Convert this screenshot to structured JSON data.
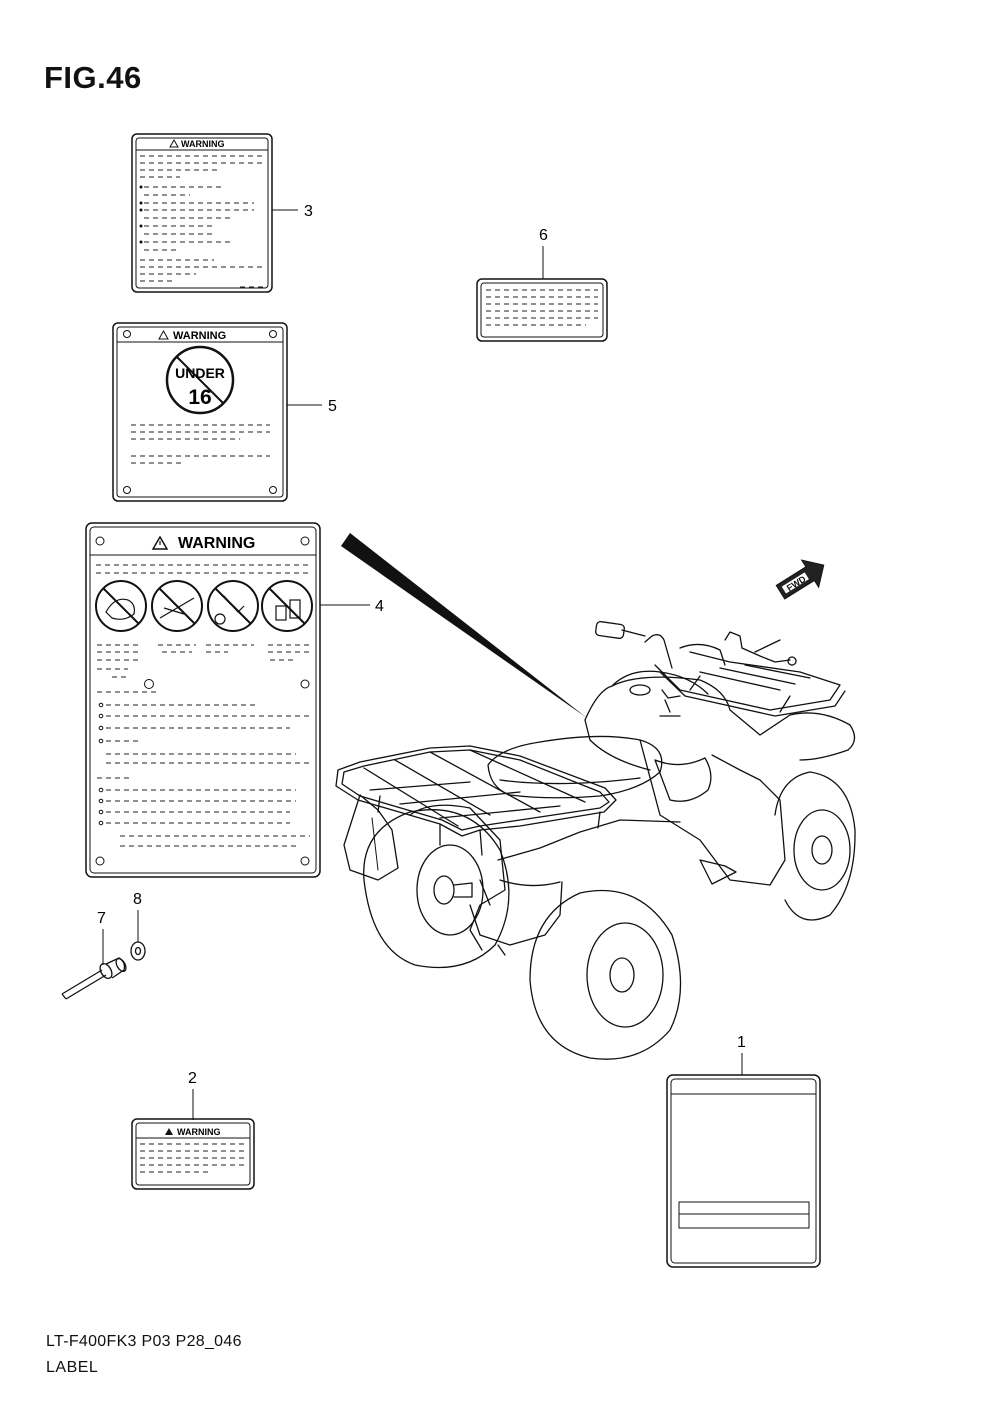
{
  "figure": {
    "title": "FIG.46",
    "model_code": "LT-F400FK3 P03 P28_046",
    "section_name": "LABEL"
  },
  "callouts": [
    {
      "id": "callout-1",
      "number": "1"
    },
    {
      "id": "callout-2",
      "number": "2"
    },
    {
      "id": "callout-3",
      "number": "3"
    },
    {
      "id": "callout-4",
      "number": "4"
    },
    {
      "id": "callout-5",
      "number": "5"
    },
    {
      "id": "callout-6",
      "number": "6"
    },
    {
      "id": "callout-7",
      "number": "7"
    },
    {
      "id": "callout-8",
      "number": "8"
    }
  ],
  "labels": {
    "warning_text": "WARNING",
    "age_sign_top": "UNDER",
    "age_sign_number": "16",
    "direction_marker": "FWD"
  },
  "colors": {
    "line": "#111111",
    "background": "#ffffff"
  }
}
